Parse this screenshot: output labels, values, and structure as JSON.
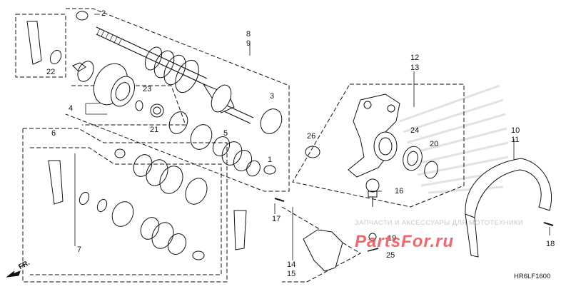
{
  "callouts": {
    "n1": "1",
    "n2": "2",
    "n3": "3",
    "n4": "4",
    "n5": "5",
    "n6": "6",
    "n7": "7",
    "n8": "8",
    "n9": "9",
    "n10": "10",
    "n11": "11",
    "n12": "12",
    "n13": "13",
    "n14": "14",
    "n15": "15",
    "n16": "16",
    "n17": "17",
    "n18": "18",
    "n19": "19",
    "n20": "20",
    "n21": "21",
    "n22": "22",
    "n23": "23",
    "n24": "24",
    "n25": "25",
    "n26": "26"
  },
  "watermark": {
    "text": "ЗАПЧАСТИ И АКСЕССУАРЫ ДЛЯ МОТОТЕХНИКИ",
    "logo": "PartsFor.ru",
    "logo_color": "#f04d54"
  },
  "diagram_code": "HR6LF1600",
  "direction_label": "FR.",
  "colors": {
    "line": "#111111",
    "wing": "#e2e2e2",
    "watermark": "#c9c9c9"
  }
}
